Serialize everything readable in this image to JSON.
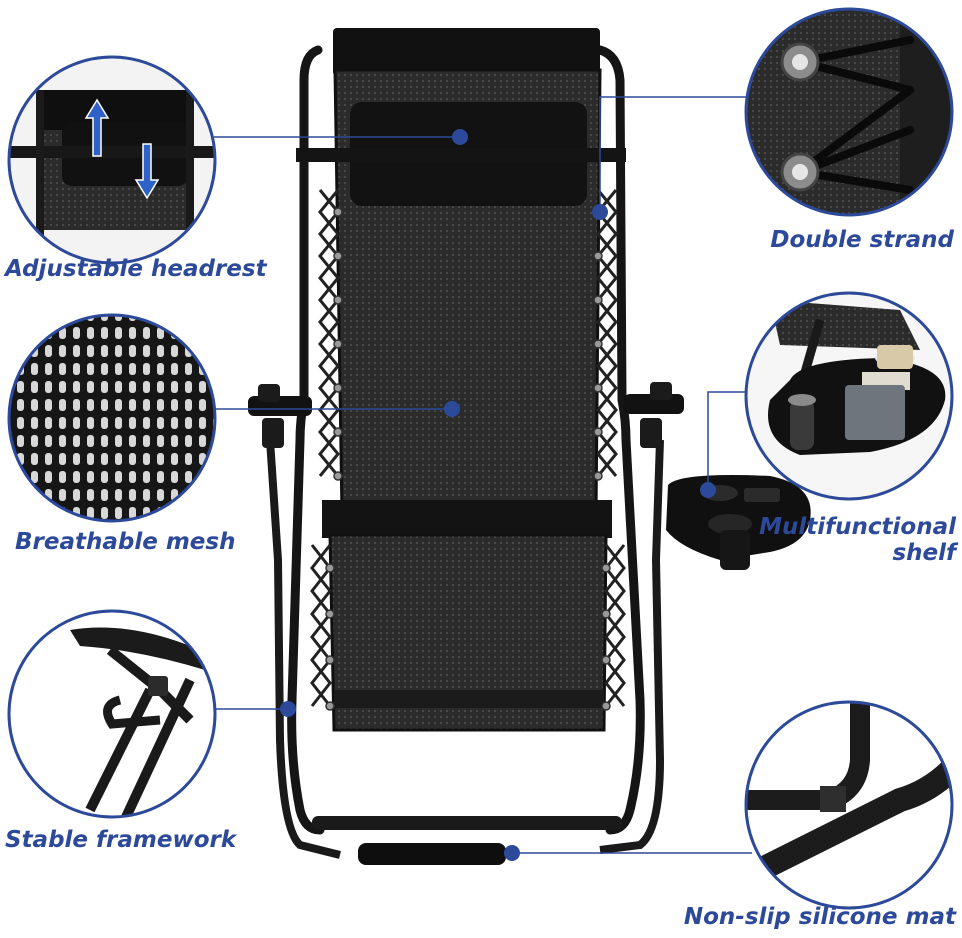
{
  "colors": {
    "accent": "#2d4a9a",
    "frame": "#141414",
    "mesh": "#2a2a2a",
    "background": "#ffffff"
  },
  "features": [
    {
      "id": "headrest",
      "label": "Adjustable headrest"
    },
    {
      "id": "mesh",
      "label": "Breathable mesh"
    },
    {
      "id": "framework",
      "label": "Stable framework"
    },
    {
      "id": "strand",
      "label": "Double strand"
    },
    {
      "id": "shelf",
      "label_line1": "Multifunctional",
      "label_line2": "shelf"
    },
    {
      "id": "mat",
      "label": "Non-slip silicone mat"
    }
  ]
}
